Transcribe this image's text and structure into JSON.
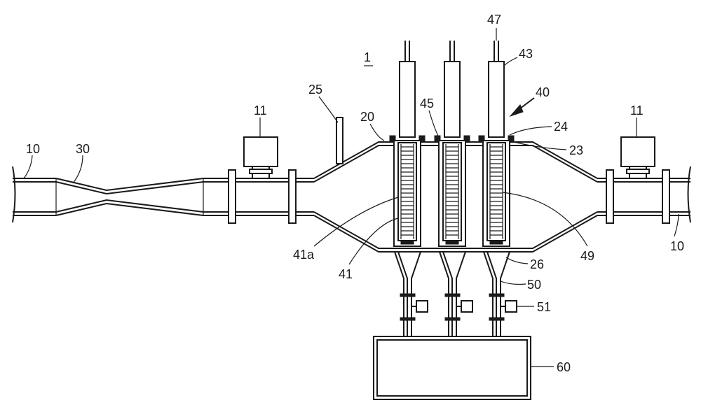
{
  "figure": {
    "main_label": "1",
    "labels": {
      "pipe_left": "10",
      "venturi": "30",
      "box_left": "11",
      "post": "25",
      "housing": "20",
      "electrode_top": "45",
      "rod": "47",
      "sleeve": "43",
      "assembly": "40",
      "cap": "24",
      "flange": "23",
      "box_right": "11",
      "pipe_right": "10",
      "inner_left": "41a",
      "electrode": "41",
      "inner_right": "49",
      "outlet": "26",
      "drain_pipe": "50",
      "valve": "51",
      "tank": "60"
    }
  }
}
